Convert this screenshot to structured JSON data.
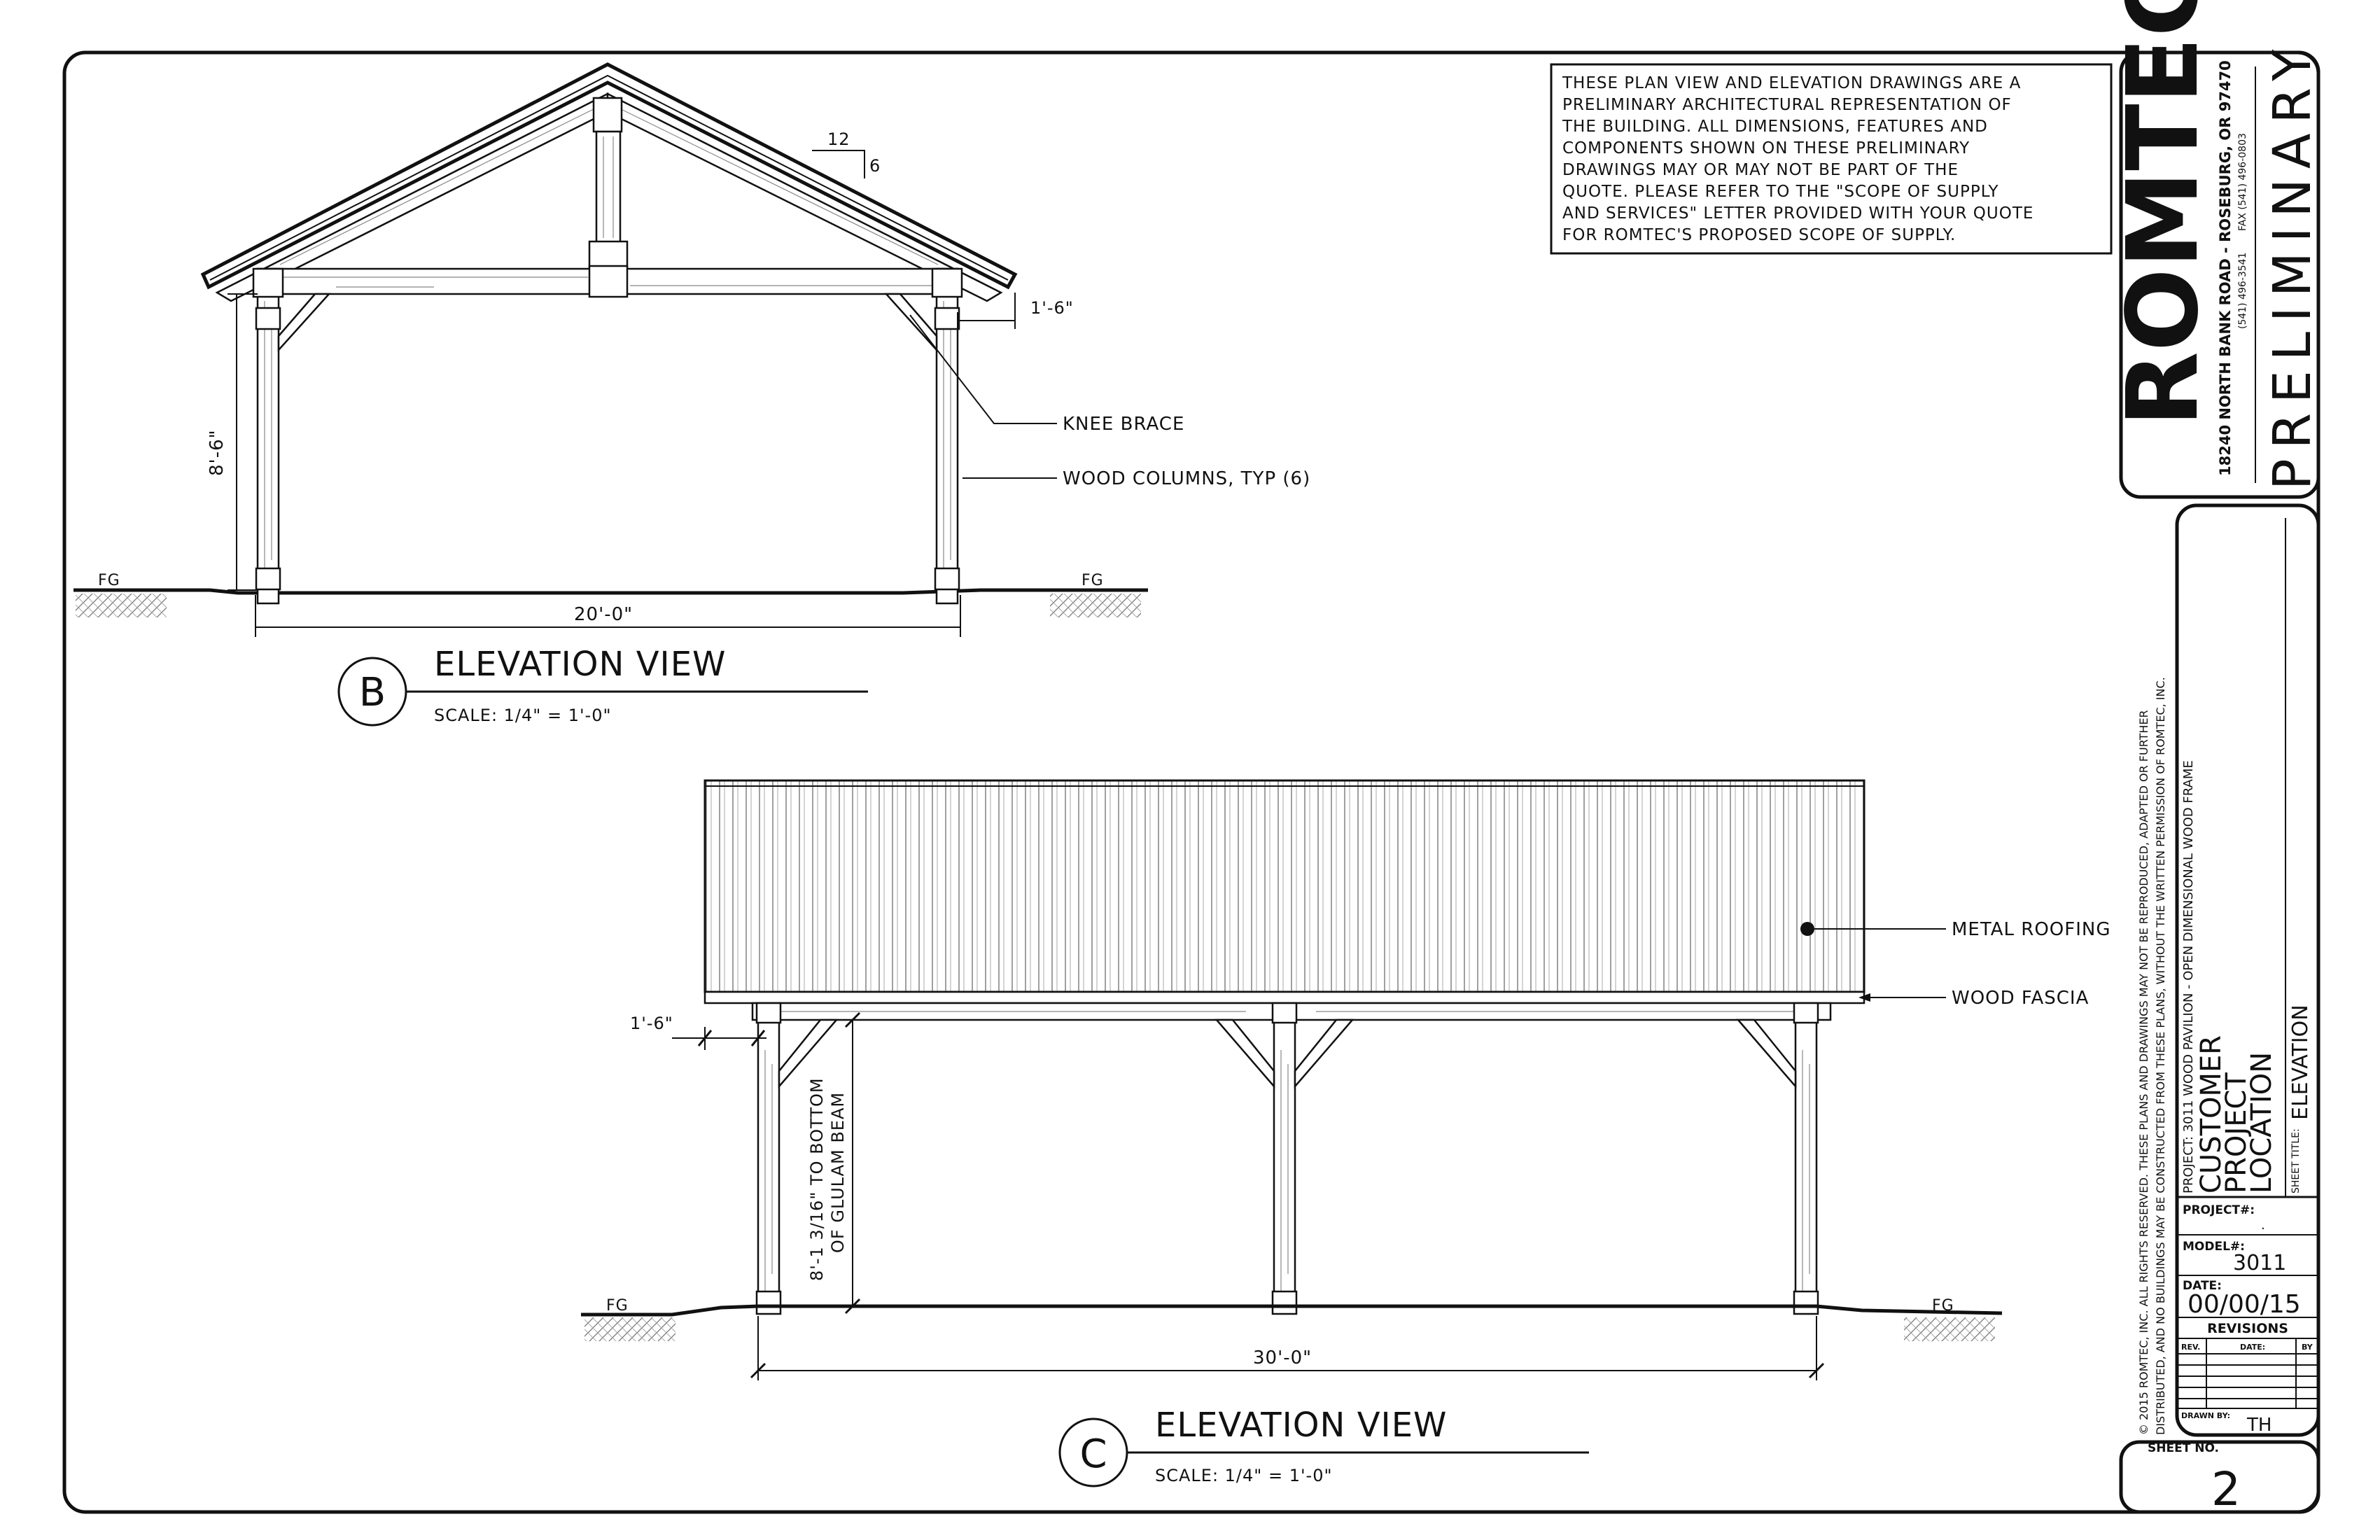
{
  "disclaimer": {
    "lines": [
      "THESE PLAN VIEW AND ELEVATION DRAWINGS ARE A",
      "PRELIMINARY ARCHITECTURAL REPRESENTATION OF",
      "THE BUILDING. ALL DIMENSIONS, FEATURES AND",
      "COMPONENTS SHOWN ON THESE PRELIMINARY",
      "DRAWINGS MAY OR MAY NOT BE PART OF THE",
      "QUOTE. PLEASE REFER TO THE \"SCOPE OF SUPPLY",
      "AND SERVICES\" LETTER PROVIDED WITH YOUR QUOTE",
      "FOR ROMTEC'S PROPOSED SCOPE OF SUPPLY."
    ]
  },
  "elevation_b": {
    "marker": "B",
    "title": "ELEVATION VIEW",
    "scale": "SCALE: 1/4\" = 1'-0\"",
    "pitch_run": "12",
    "pitch_rise": "6",
    "dim_overhang": "1'-6\"",
    "dim_height": "8'-6\"",
    "dim_width": "20'-0\"",
    "label_knee_brace": "KNEE BRACE",
    "label_columns": "WOOD COLUMNS, TYP (6)",
    "fg_left": "FG",
    "fg_right": "FG"
  },
  "elevation_c": {
    "marker": "C",
    "title": "ELEVATION VIEW",
    "scale": "SCALE: 1/4\" = 1'-0\"",
    "dim_overhang": "1'-6\"",
    "dim_height_1": "8'-1 3/16\" TO BOTTOM",
    "dim_height_2": "OF GLULAM BEAM",
    "dim_width": "30'-0\"",
    "label_roofing": "METAL ROOFING",
    "label_fascia": "WOOD FASCIA",
    "fg_left": "FG",
    "fg_right": "FG"
  },
  "title_block": {
    "company": "ROMTEC",
    "address": "18240 NORTH BANK ROAD - ROSEBURG, OR 97470",
    "phone": "(541) 496-3541",
    "fax": "FAX (541) 496-0803",
    "stamp": "PRELIMINARY",
    "copyright_1": "© 2015 ROMTEC, INC. ALL RIGHTS RESERVED. THESE PLANS AND DRAWINGS MAY NOT BE REPRODUCED, ADAPTED OR FURTHER",
    "copyright_2": "DISTRIBUTED, AND NO BUILDINGS MAY BE CONSTRUCTED FROM THESE PLANS, WITHOUT THE WRITTEN PERMISSION OF ROMTEC, INC.",
    "project_line": "PROJECT: 3011 WOOD PAVILION - OPEN DIMENSIONAL WOOD FRAME",
    "customer": "CUSTOMER",
    "project": "PROJECT",
    "location": "LOCATION",
    "sheet_title_label": "SHEET TITLE:",
    "sheet_title": "ELEVATION",
    "project_no_label": "PROJECT#:",
    "project_no": ".",
    "model_label": "MODEL#:",
    "model": "3011",
    "date_label": "DATE:",
    "date": "00/00/15",
    "revisions": "REVISIONS",
    "rev": "REV.",
    "rev_date": "DATE:",
    "rev_by": "BY",
    "drawn_by_label": "DRAWN BY:",
    "drawn_by": "TH",
    "sheet_no_label": "SHEET NO.",
    "sheet_no": "2"
  }
}
